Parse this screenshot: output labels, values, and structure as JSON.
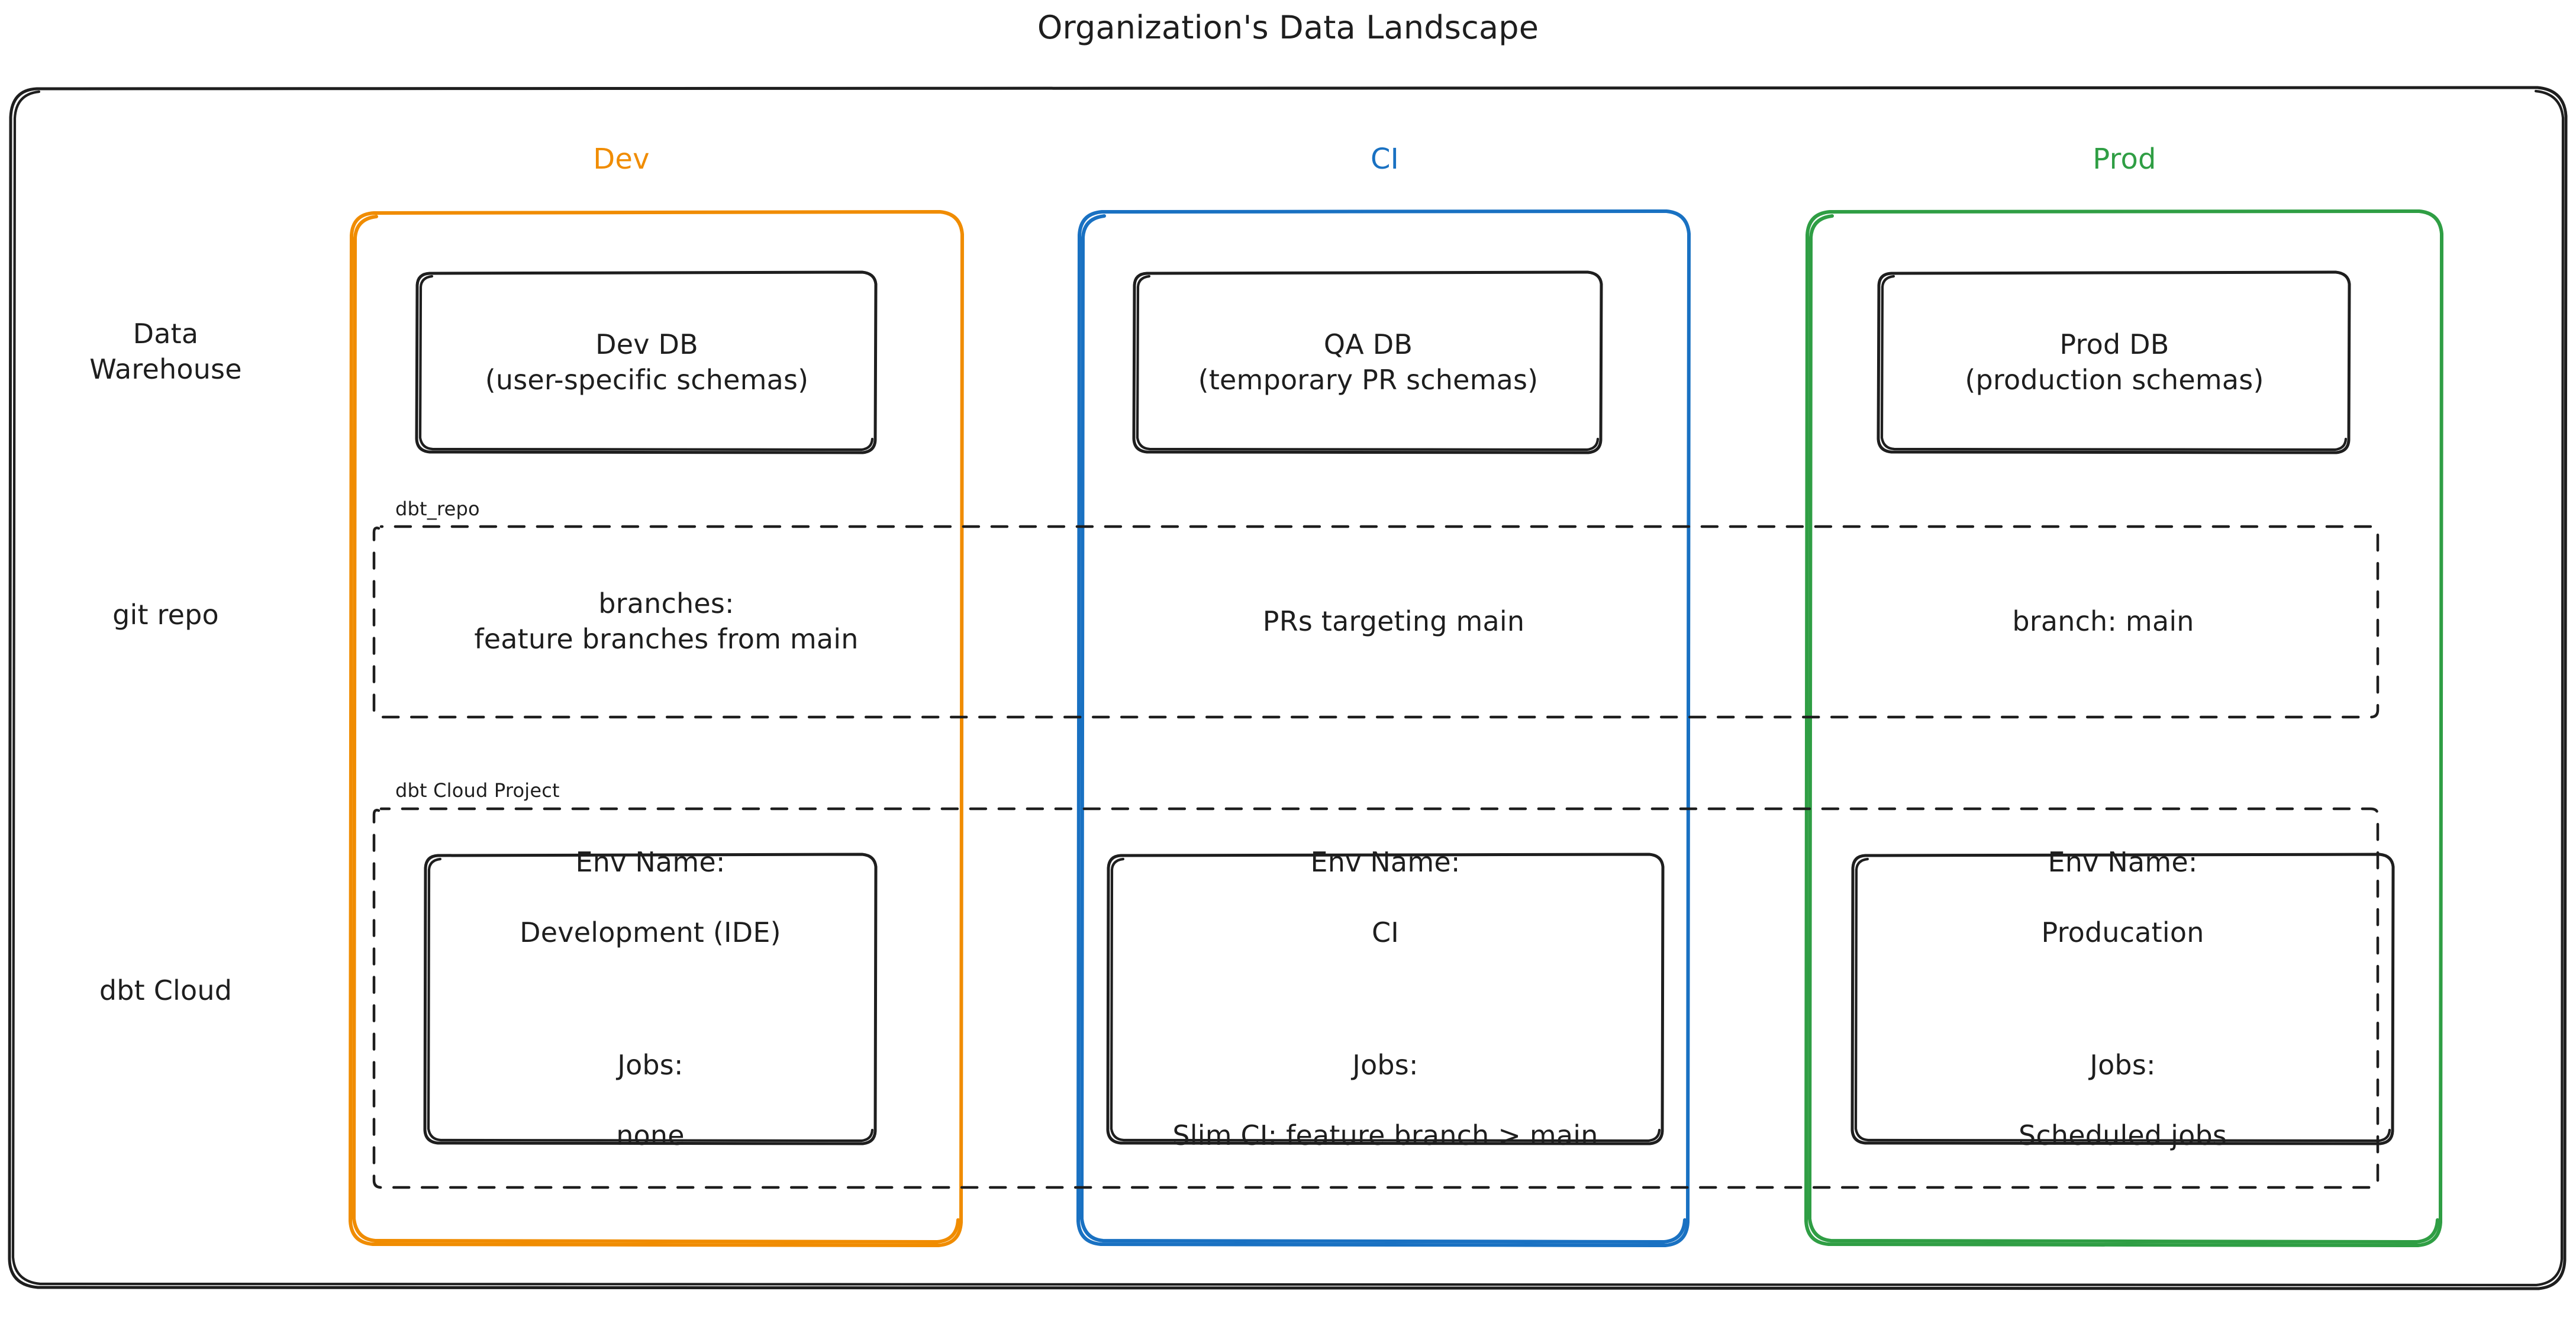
{
  "title": "Organization's Data Landscape",
  "colors": {
    "dev": "#f08c00",
    "ci": "#1971c2",
    "prod": "#2f9e44",
    "stroke": "#1e1e1e",
    "background": "#ffffff"
  },
  "columns": [
    {
      "id": "dev",
      "label": "Dev",
      "color": "#f08c00"
    },
    {
      "id": "ci",
      "label": "CI",
      "color": "#1971c2"
    },
    {
      "id": "prod",
      "label": "Prod",
      "color": "#2f9e44"
    }
  ],
  "rows": [
    {
      "id": "data-warehouse",
      "label": "Data\nWarehouse"
    },
    {
      "id": "git-repo",
      "label": "git repo"
    },
    {
      "id": "dbt-cloud",
      "label": "dbt Cloud"
    }
  ],
  "groups": {
    "git_repo_tag": "dbt_repo",
    "dbt_cloud_tag": "dbt Cloud Project"
  },
  "cells": {
    "warehouse": {
      "dev": "Dev DB\n(user-specific schemas)",
      "ci": "QA DB\n(temporary PR schemas)",
      "prod": "Prod DB\n(production schemas)"
    },
    "git": {
      "dev": "branches:\nfeature branches from main",
      "ci": "PRs targeting main",
      "prod": "branch: main"
    },
    "dbt_cloud": {
      "dev": {
        "env_label": "Env Name:",
        "env_value": "Development (IDE)",
        "jobs_label": "Jobs:",
        "jobs_value": "none"
      },
      "ci": {
        "env_label": "Env Name:",
        "env_value": "CI",
        "jobs_label": "Jobs:",
        "jobs_value": "Slim CI: feature branch > main"
      },
      "prod": {
        "env_label": "Env Name:",
        "env_value": "Producation",
        "jobs_label": "Jobs:",
        "jobs_value": "Scheduled jobs"
      }
    }
  }
}
